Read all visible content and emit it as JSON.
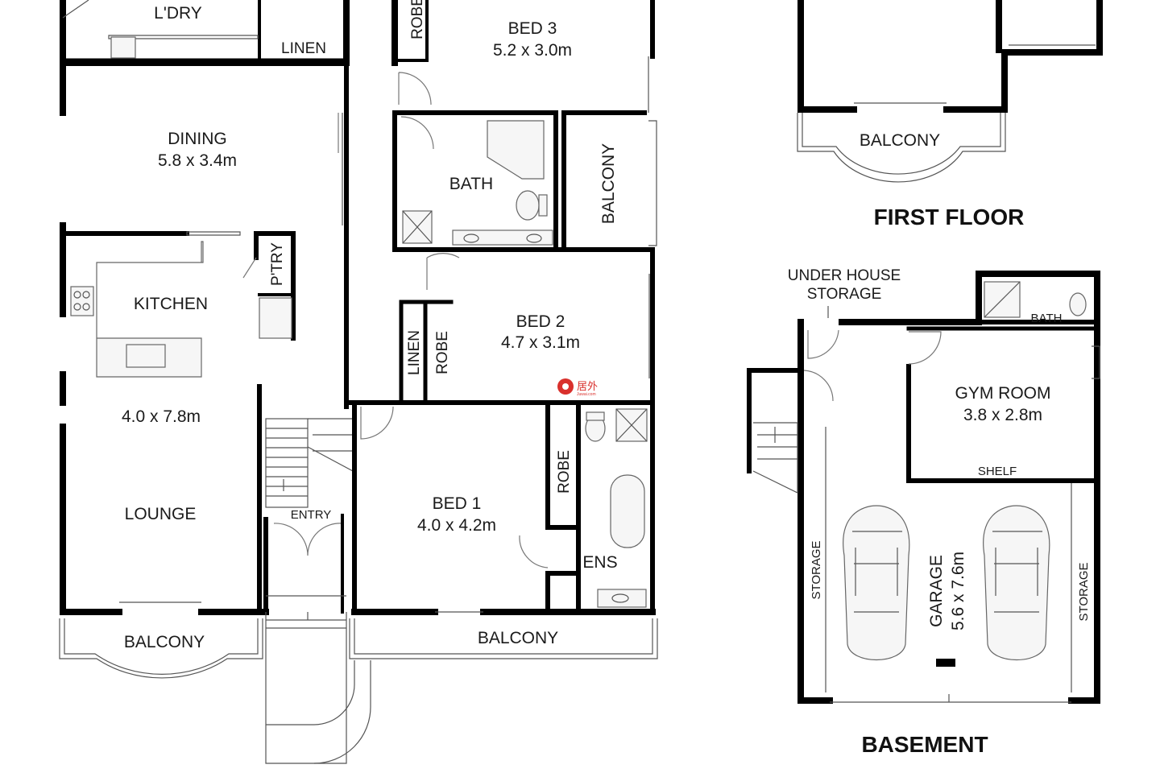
{
  "floor_titles": {
    "first_floor": "FIRST FLOOR",
    "basement": "BASEMENT"
  },
  "rooms": {
    "laundry": "L'DRY",
    "linen_top": "LINEN",
    "robe_top": "ROBE",
    "bed3": "BED 3",
    "bed3_size": "5.2 x 3.0m",
    "dining": "DINING",
    "dining_size": "5.8 x 3.4m",
    "bath": "BATH",
    "balcony_side": "BALCONY",
    "kitchen": "KITCHEN",
    "pantry": "P'TRY",
    "bed2": "BED 2",
    "bed2_size": "4.7 x 3.1m",
    "linen_mid": "LINEN",
    "robe_mid": "ROBE",
    "lounge_size": "4.0 x 7.8m",
    "lounge": "LOUNGE",
    "entry": "ENTRY",
    "bed1": "BED 1",
    "bed1_size": "4.0 x 4.2m",
    "robe_bed1": "ROBE",
    "ens": "ENS",
    "balcony_lounge": "BALCONY",
    "balcony_bed1": "BALCONY",
    "balcony_first": "BALCONY",
    "under_house_1": "UNDER HOUSE",
    "under_house_2": "STORAGE",
    "bath_basement": "BATH",
    "gym": "GYM ROOM",
    "gym_size": "3.8 x 2.8m",
    "shelf": "SHELF",
    "storage_left": "STORAGE",
    "storage_right": "STORAGE",
    "garage": "GARAGE",
    "garage_size": "5.6 x 7.6m"
  },
  "watermark": {
    "cn": "居外",
    "en": "Juwai.com",
    "color": "#d9302c"
  }
}
